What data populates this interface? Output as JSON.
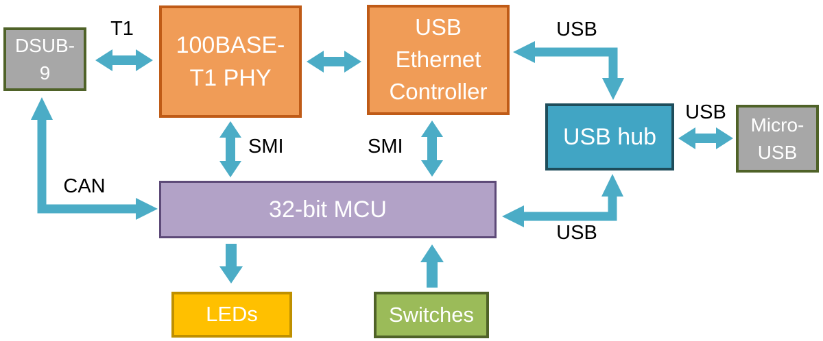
{
  "diagram": {
    "type": "hardware-block-diagram",
    "blocks": {
      "dsub9": {
        "label": "DSUB-9",
        "fill": "#A7A7A7",
        "border": "#4F6228"
      },
      "phy": {
        "label": "100BASE-T1 PHY",
        "fill": "#F09C57",
        "border": "#BF5B17"
      },
      "usb_eth": {
        "label": "USB Ethernet Controller",
        "fill": "#F09C57",
        "border": "#BF5B17"
      },
      "usb_hub": {
        "label": "USB hub",
        "fill": "#41A5C4",
        "border": "#1E4D5B"
      },
      "micro_usb": {
        "label": "Micro-USB",
        "fill": "#A7A7A7",
        "border": "#4F6228"
      },
      "mcu": {
        "label": "32-bit MCU",
        "fill": "#B2A2C7",
        "border": "#5D4A78"
      },
      "leds": {
        "label": "LEDs",
        "fill": "#FFC000",
        "border": "#BF9000"
      },
      "switches": {
        "label": "Switches",
        "fill": "#9BBB59",
        "border": "#4F6228"
      }
    },
    "connections": [
      {
        "from": "DSUB-9",
        "to": "100BASE-T1 PHY",
        "label": "T1",
        "style": "double-headed straight"
      },
      {
        "from": "100BASE-T1 PHY",
        "to": "USB Ethernet Controller",
        "label": "",
        "style": "double-headed straight"
      },
      {
        "from": "USB Ethernet Controller",
        "to": "USB hub",
        "label": "USB",
        "style": "double-headed elbow"
      },
      {
        "from": "USB hub",
        "to": "Micro-USB",
        "label": "USB",
        "style": "double-headed straight"
      },
      {
        "from": "100BASE-T1 PHY",
        "to": "32-bit MCU",
        "label": "SMI",
        "style": "double-headed straight"
      },
      {
        "from": "USB Ethernet Controller",
        "to": "32-bit MCU",
        "label": "SMI",
        "style": "double-headed straight"
      },
      {
        "from": "DSUB-9",
        "to": "32-bit MCU",
        "label": "CAN",
        "style": "double-headed elbow"
      },
      {
        "from": "USB hub",
        "to": "32-bit MCU",
        "label": "USB",
        "style": "double-headed elbow"
      },
      {
        "from": "32-bit MCU",
        "to": "LEDs",
        "label": "",
        "style": "single-headed straight"
      },
      {
        "from": "Switches",
        "to": "32-bit MCU",
        "label": "",
        "style": "single-headed straight"
      }
    ],
    "colors": {
      "arrow": "#4BACC6",
      "label_text": "#000000",
      "block_text": "#FFFFFF",
      "background": "#FFFFFF"
    }
  }
}
